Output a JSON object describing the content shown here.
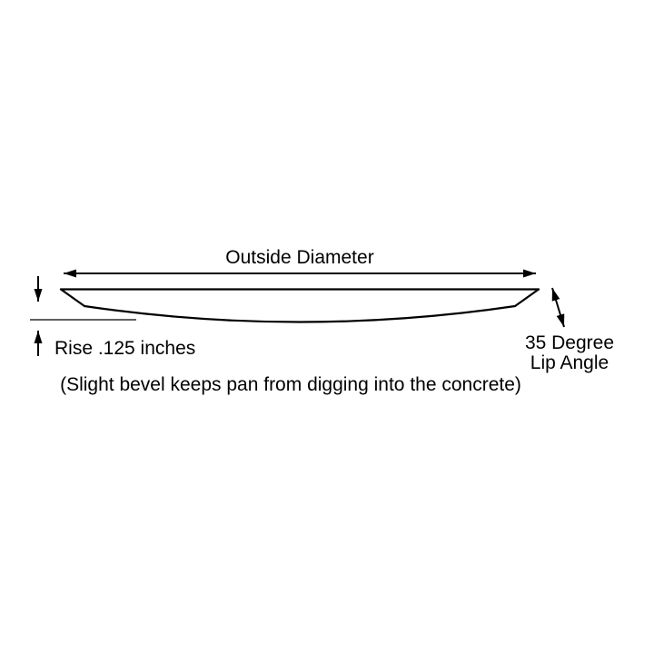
{
  "diagram": {
    "title_label": "Outside Diameter",
    "rise_label": "Rise .125 inches",
    "lip_angle_label_line1": "35 Degree",
    "lip_angle_label_line2": "Lip Angle",
    "caption": "(Slight bevel keeps pan from digging into the concrete)",
    "measurements": {
      "rise_inches": ".125",
      "lip_angle_degrees": "35"
    },
    "colors": {
      "line": "#000000",
      "text": "#000000",
      "background": "#ffffff"
    }
  }
}
